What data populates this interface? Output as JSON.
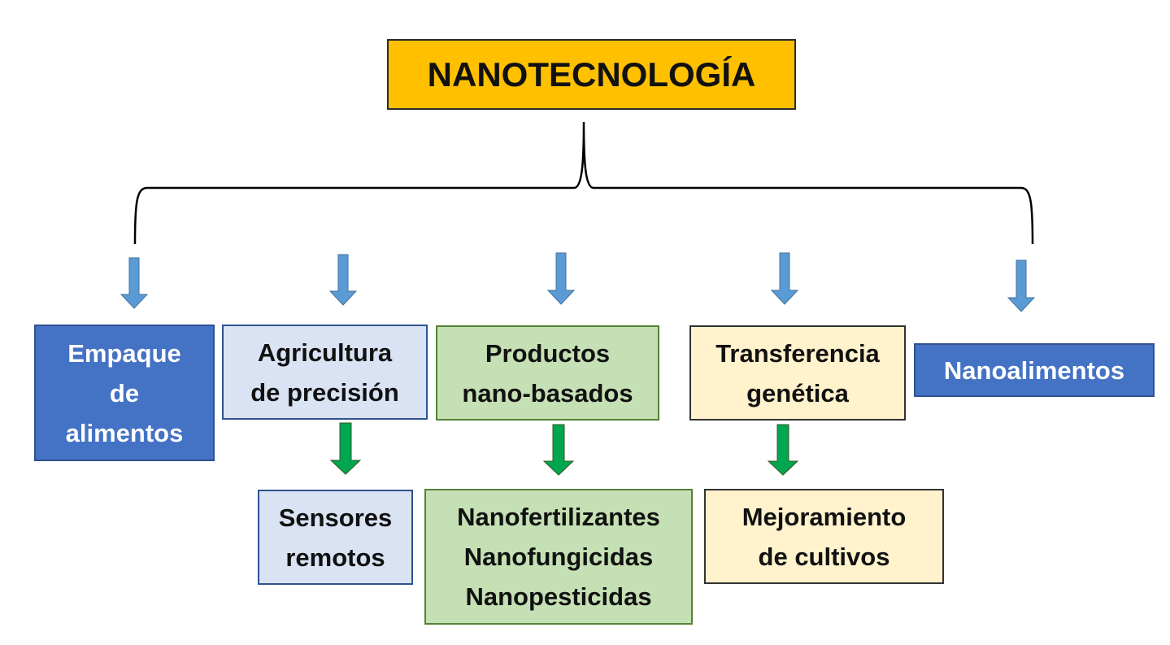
{
  "title": "NANOTECNOLOGÍA",
  "colors": {
    "title": "#FFC000",
    "dark_blue": "#4472C4",
    "light_blue": "#DAE3F3",
    "green": "#C5E0B4",
    "yellow": "#FFF2CC",
    "arrow_blue": "#5B9BD5",
    "arrow_green": "#00A650"
  },
  "categories": [
    {
      "label": "Empaque\nde\nalimentos"
    },
    {
      "label": "Agricultura\nde precisión",
      "child": "Sensores\nremotos"
    },
    {
      "label": "Productos\nnano-basados",
      "child": "Nanofertilizantes\nNanofungicidas\nNanopesticidas"
    },
    {
      "label": "Transferencia\ngenética",
      "child": "Mejoramiento\nde cultivos"
    },
    {
      "label": "Nanoalimentos"
    }
  ]
}
